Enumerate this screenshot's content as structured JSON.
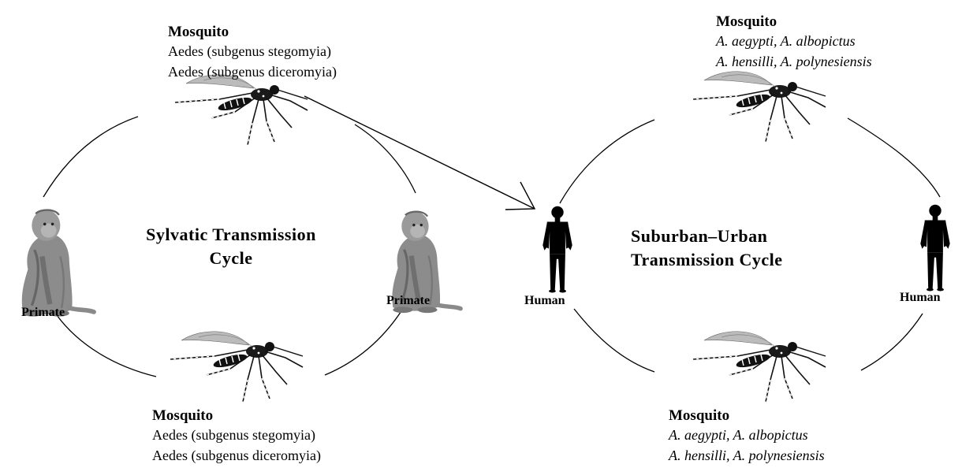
{
  "sylvatic": {
    "title_line1": "Sylvatic Transmission",
    "title_line2": "Cycle",
    "mosquito_top": {
      "heading": "Mosquito",
      "line1": "Aedes (subgenus stegomyia)",
      "line2": "Aedes (subgenus diceromyia)"
    },
    "mosquito_bottom": {
      "heading": "Mosquito",
      "line1": "Aedes (subgenus stegomyia)",
      "line2": "Aedes (subgenus diceromyia)"
    },
    "primate_left_label": "Primate",
    "primate_right_label": "Primate"
  },
  "urban": {
    "title_line1": "Suburban–Urban",
    "title_line2": "Transmission Cycle",
    "mosquito_top": {
      "heading": "Mosquito",
      "line1": "A. aegypti, A. albopictus",
      "line2": "A. hensilli, A. polynesiensis"
    },
    "mosquito_bottom": {
      "heading": "Mosquito",
      "line1": "A. aegypti, A. albopictus",
      "line2": "A. hensilli, A. polynesiensis"
    },
    "human_left_label": "Human",
    "human_right_label": "Human"
  },
  "icons": {
    "mosquito": "mosquito-icon",
    "primate": "primate-icon",
    "human": "human-silhouette-icon"
  }
}
